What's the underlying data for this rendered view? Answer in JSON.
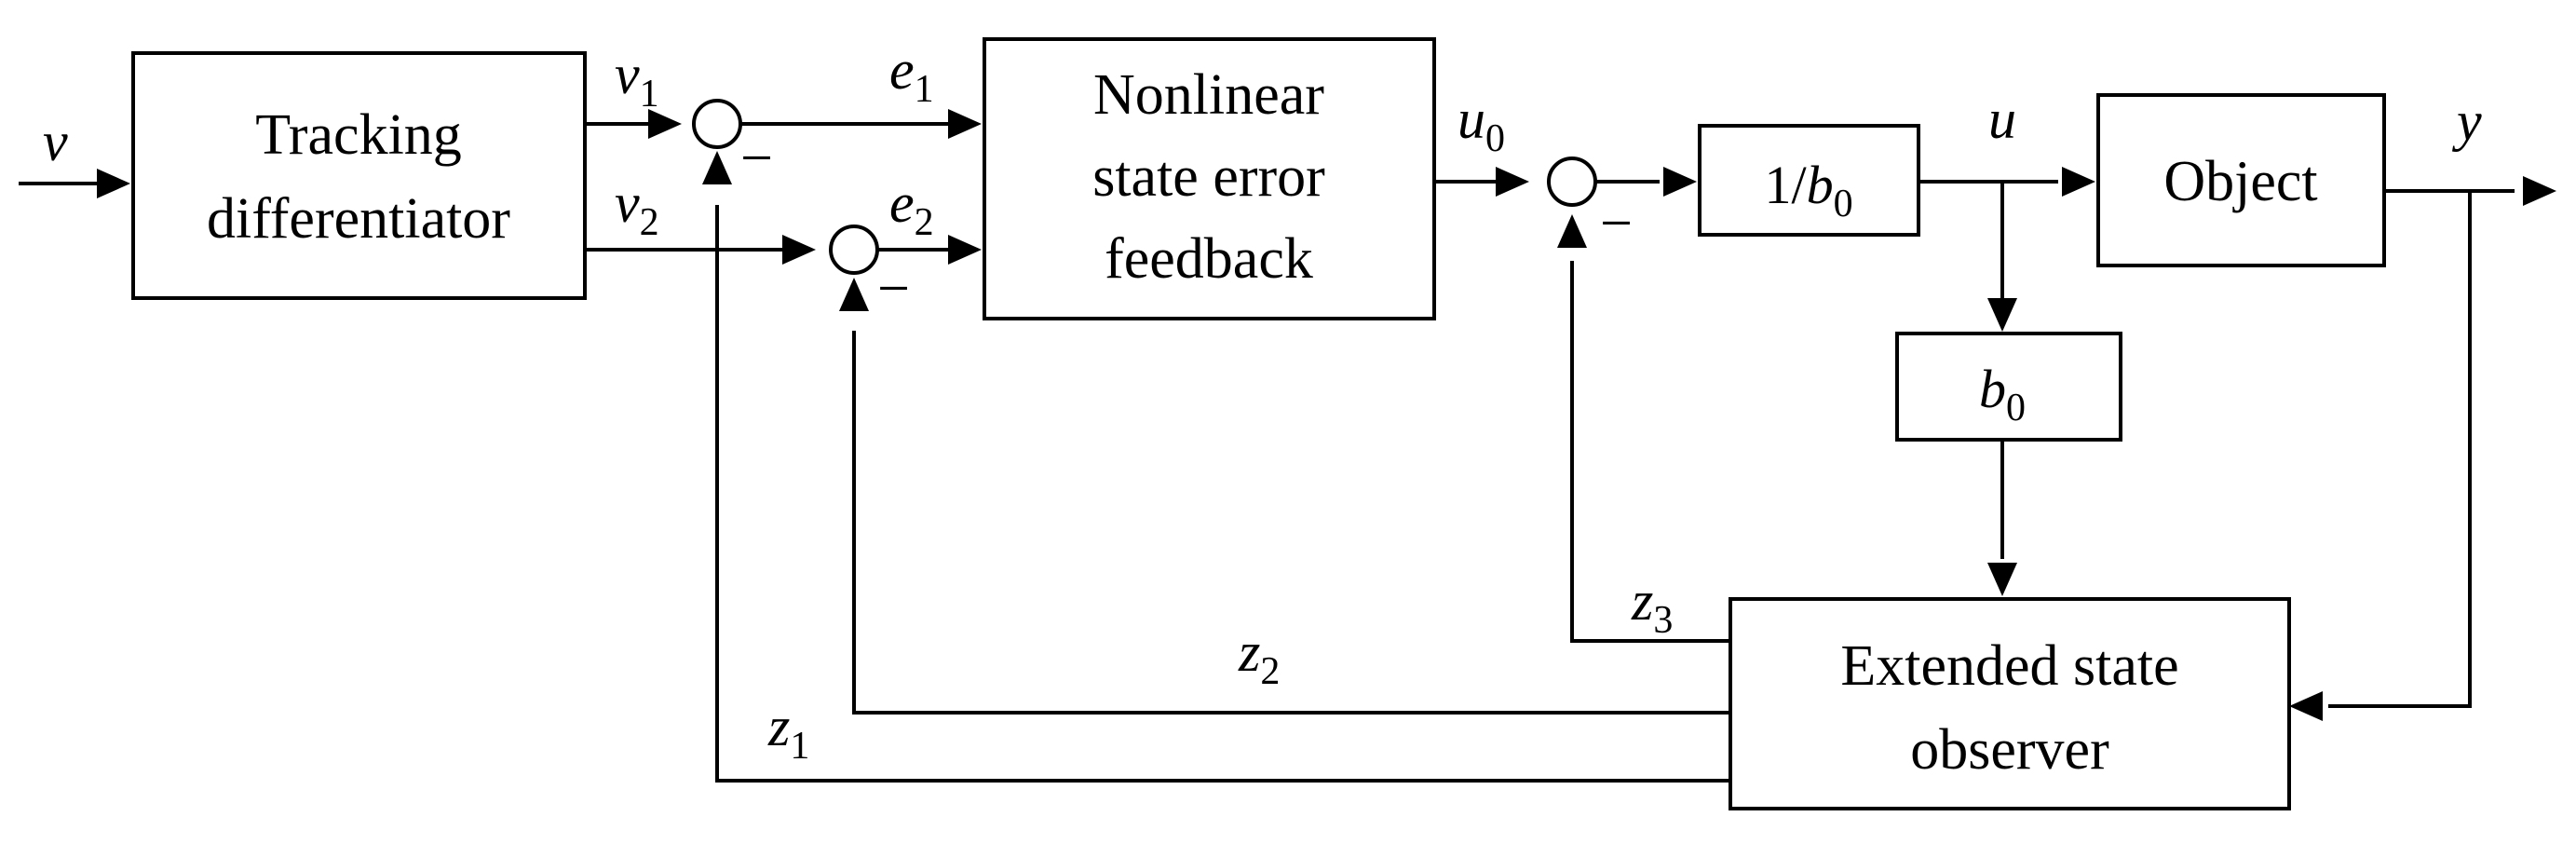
{
  "blocks": {
    "td": [
      "Tracking",
      "differentiator"
    ],
    "nsef": [
      "Nonlinear",
      "state error",
      "feedback"
    ],
    "gain_prefix": "1/",
    "gain_var": "b",
    "gain_sub": "0",
    "object": "Object",
    "b0_var": "b",
    "b0_sub": "0",
    "eso": [
      "Extended state",
      "observer"
    ]
  },
  "signals": {
    "v": "v",
    "v1": {
      "var": "v",
      "sub": "1"
    },
    "v2": {
      "var": "v",
      "sub": "2"
    },
    "e1": {
      "var": "e",
      "sub": "1"
    },
    "e2": {
      "var": "e",
      "sub": "2"
    },
    "u0": {
      "var": "u",
      "sub": "0"
    },
    "u": "u",
    "y": "y",
    "z1": {
      "var": "z",
      "sub": "1"
    },
    "z2": {
      "var": "z",
      "sub": "2"
    },
    "z3": {
      "var": "z",
      "sub": "3"
    }
  },
  "signs": {
    "sum1": "−",
    "sum2": "−",
    "sum3": "−"
  }
}
